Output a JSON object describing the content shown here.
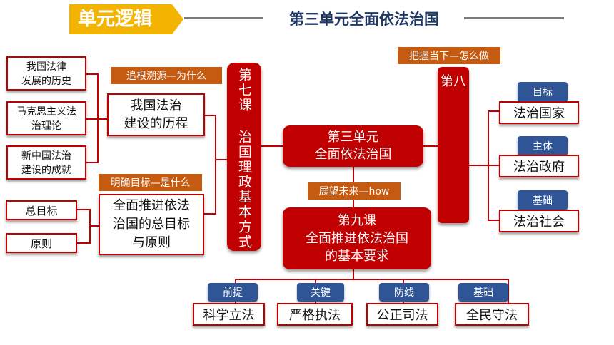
{
  "header": {
    "tag": "单元逻辑",
    "title": "第三单元全面依法治国"
  },
  "center": {
    "title": "第三单元\n全面依法治国",
    "link_label": "展望未来—how"
  },
  "lesson7": {
    "vertical": "第七课 治国理政基本方式",
    "label_history": "追根溯源—为什么",
    "history_box": "我国法治\n建设的历程",
    "history_items": [
      "我国法律\n发展的历史",
      "马克思主义法\n治理论",
      "新中国法治\n建设的成就"
    ],
    "label_goal": "明确目标—是什么",
    "goal_box": "全面推进依法\n治国的总目标\n与原则",
    "goal_items": [
      "总目标",
      "原则"
    ]
  },
  "lesson8": {
    "vertical": "第八",
    "label": "把握当下—怎么做",
    "items": [
      {
        "tag": "目标",
        "text": "法治国家"
      },
      {
        "tag": "主体",
        "text": "法治政府"
      },
      {
        "tag": "基础",
        "text": "法治社会"
      }
    ]
  },
  "lesson9": {
    "title": "第九课\n全面推进依法治国\n的基本要求",
    "items": [
      {
        "tag": "前提",
        "text": "科学立法"
      },
      {
        "tag": "关键",
        "text": "严格执法"
      },
      {
        "tag": "防线",
        "text": "公正司法"
      },
      {
        "tag": "基础",
        "text": "全民守法"
      }
    ]
  }
}
